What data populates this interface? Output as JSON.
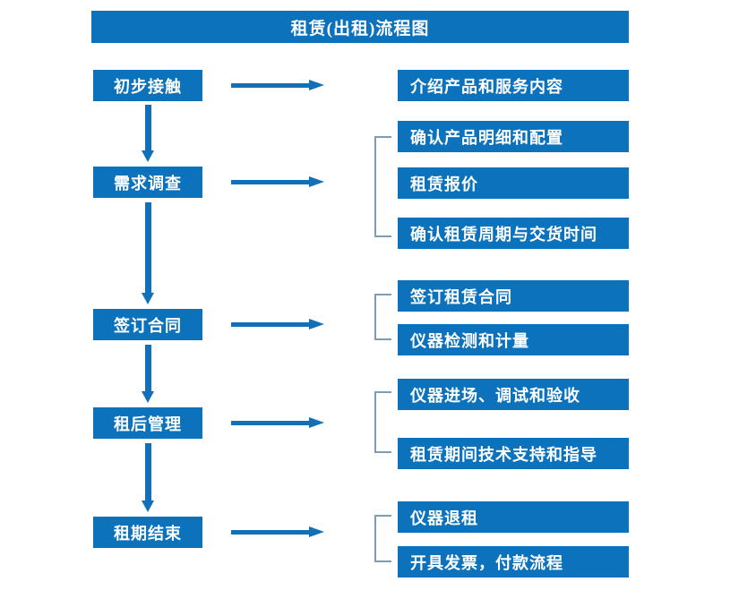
{
  "title": "租赁(出租)流程图",
  "colors": {
    "banner": "#0C72BC",
    "box_fill": "#0C72BC",
    "box_text": "#FFFFFF",
    "arrow": "#1270B8",
    "bracket": "#7E9CB6",
    "background": "#FFFFFF"
  },
  "stages": [
    {
      "label": "初步接触"
    },
    {
      "label": "需求调查"
    },
    {
      "label": "签订合同"
    },
    {
      "label": "租后管理"
    },
    {
      "label": "租期结束"
    }
  ],
  "details": [
    {
      "label": "介绍产品和服务内容"
    },
    {
      "label": "确认产品明细和配置"
    },
    {
      "label": "租赁报价"
    },
    {
      "label": "确认租赁周期与交货时间"
    },
    {
      "label": "签订租赁合同"
    },
    {
      "label": "仪器检测和计量"
    },
    {
      "label": "仪器进场、调试和验收"
    },
    {
      "label": "租赁期间技术支持和指导"
    },
    {
      "label": "仪器退租"
    },
    {
      "label": "开具发票，付款流程"
    }
  ],
  "chart_data": {
    "type": "diagram",
    "title": "租赁(出租)流程图",
    "orientation": "vertical-with-branches",
    "nodes": [
      {
        "stage": "初步接触",
        "outputs": [
          "介绍产品和服务内容"
        ],
        "grouped": false
      },
      {
        "stage": "需求调查",
        "outputs": [
          "确认产品明细和配置",
          "租赁报价",
          "确认租赁周期与交货时间"
        ],
        "grouped": true
      },
      {
        "stage": "签订合同",
        "outputs": [
          "签订租赁合同",
          "仪器检测和计量"
        ],
        "grouped": true
      },
      {
        "stage": "租后管理",
        "outputs": [
          "仪器进场、调试和验收",
          "租赁期间技术支持和指导"
        ],
        "grouped": true
      },
      {
        "stage": "租期结束",
        "outputs": [
          "仪器退租",
          "开具发票，付款流程"
        ],
        "grouped": true
      }
    ],
    "flow": [
      "初步接触",
      "需求调查",
      "签订合同",
      "租后管理",
      "租期结束"
    ]
  }
}
